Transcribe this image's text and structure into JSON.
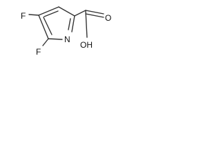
{
  "molecule": {
    "atoms": {
      "fluorine_top": "F",
      "fluorine_bottom": "F",
      "ring_nitrogen": "N",
      "hydroxyl": "OH",
      "carbonyl_oxygen": "O"
    }
  },
  "colors": {
    "bond": "#333333",
    "text": "#111111",
    "background": "#ffffff"
  }
}
